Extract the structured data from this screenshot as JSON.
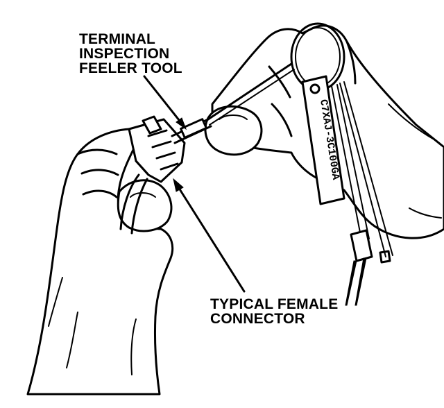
{
  "callouts": {
    "tool": {
      "line1": "TERMINAL",
      "line2": "INSPECTION",
      "line3": "FEELER TOOL"
    },
    "connector": {
      "line1": "TYPICAL FEMALE",
      "line2": "CONNECTOR"
    }
  },
  "tool_tag": {
    "part_number": "C7XAJ-3C100GA"
  }
}
